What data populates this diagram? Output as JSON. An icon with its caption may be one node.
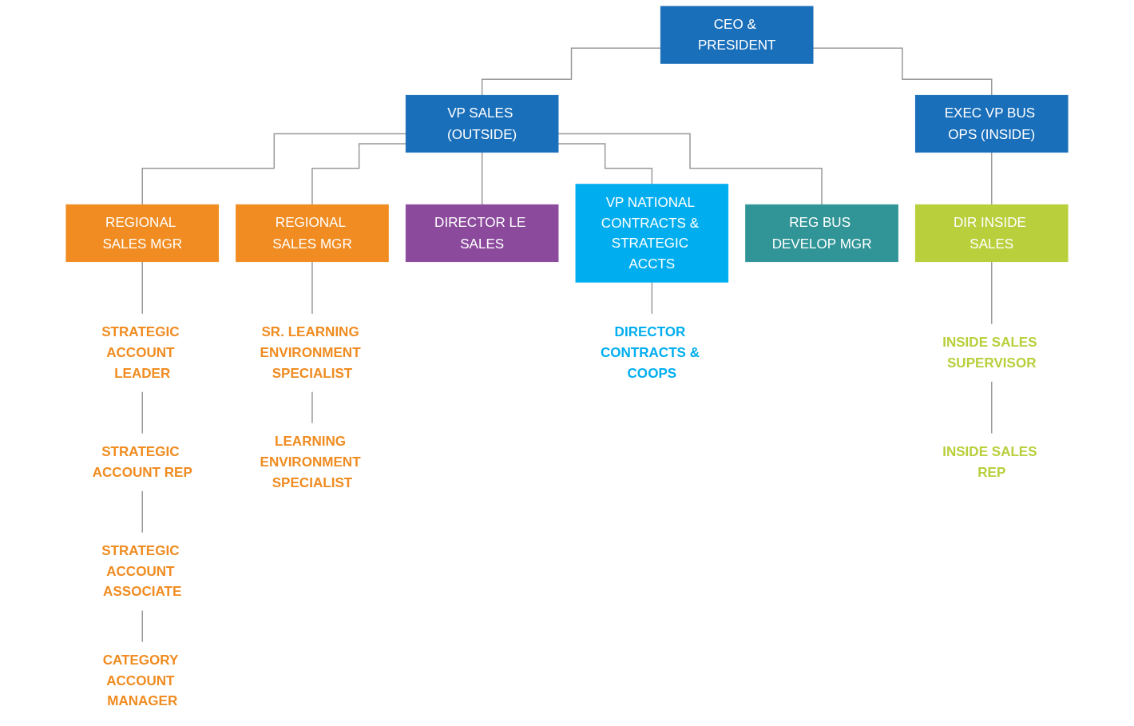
{
  "diagram": {
    "nodes": [
      {
        "text": [
          "CEO & PRESIDENT"
        ]
      },
      {
        "text": [
          "VP SALES (OUTSIDE)"
        ]
      },
      {
        "text": [
          "EXEC VP BUS OPS (INSIDE)"
        ]
      },
      {
        "text": [
          "REGIONAL SALES MGR"
        ]
      },
      {
        "text": [
          "REGIONAL SALES MGR"
        ]
      },
      {
        "text": [
          "DIRECTOR LE SALES"
        ]
      },
      {
        "text": [
          "VP NATIONAL CONTRACTS & STRATEGIC ACCTS"
        ]
      },
      {
        "text": [
          "REG BUS DEVELOP MGR"
        ]
      },
      {
        "text": [
          "DIR INSIDE SALES"
        ]
      },
      {
        "text": [
          "STRATEGIC ACCOUNT LEADER"
        ]
      },
      {
        "text": [
          "STRATEGIC ACCOUNT REP"
        ]
      },
      {
        "text": [
          "STRATEGIC ACCOUNT ASSOCIATE"
        ]
      },
      {
        "text": [
          "CATEGORY ACCOUNT MANAGER"
        ]
      },
      {
        "text": [
          "SR. LEARNING ENVIRONMENT SPECIALIST"
        ]
      },
      {
        "text": [
          "LEARNING ENVIRONMENT SPECIALIST"
        ]
      },
      {
        "text": [
          "DIRECTOR CONTRACTS & COOPS"
        ]
      },
      {
        "text": [
          "INSIDE SALES SUPERVISOR"
        ]
      },
      {
        "text": [
          "INSIDE SALES REP"
        ]
      }
    ],
    "edges": [
      {
        "from": 0,
        "to": 1,
        "arrow": "none"
      },
      {
        "from": 0,
        "to": 2,
        "arrow": "none"
      },
      {
        "from": 1,
        "to": 3,
        "arrow": "none"
      },
      {
        "from": 1,
        "to": 4,
        "arrow": "none"
      },
      {
        "from": 1,
        "to": 5,
        "arrow": "none"
      },
      {
        "from": 1,
        "to": 6,
        "arrow": "none"
      },
      {
        "from": 1,
        "to": 7,
        "arrow": "none"
      },
      {
        "from": 2,
        "to": 8,
        "arrow": "none"
      },
      {
        "from": 3,
        "to": 9,
        "arrow": "none"
      },
      {
        "from": 9,
        "to": 10,
        "arrow": "none"
      },
      {
        "from": 10,
        "to": 11,
        "arrow": "none"
      },
      {
        "from": 11,
        "to": 12,
        "arrow": "none"
      },
      {
        "from": 4,
        "to": 13,
        "arrow": "none"
      },
      {
        "from": 13,
        "to": 14,
        "arrow": "none"
      },
      {
        "from": 6,
        "to": 15,
        "arrow": "none"
      },
      {
        "from": 8,
        "to": 16,
        "arrow": "none"
      },
      {
        "from": 16,
        "to": 17,
        "arrow": "none"
      }
    ]
  }
}
